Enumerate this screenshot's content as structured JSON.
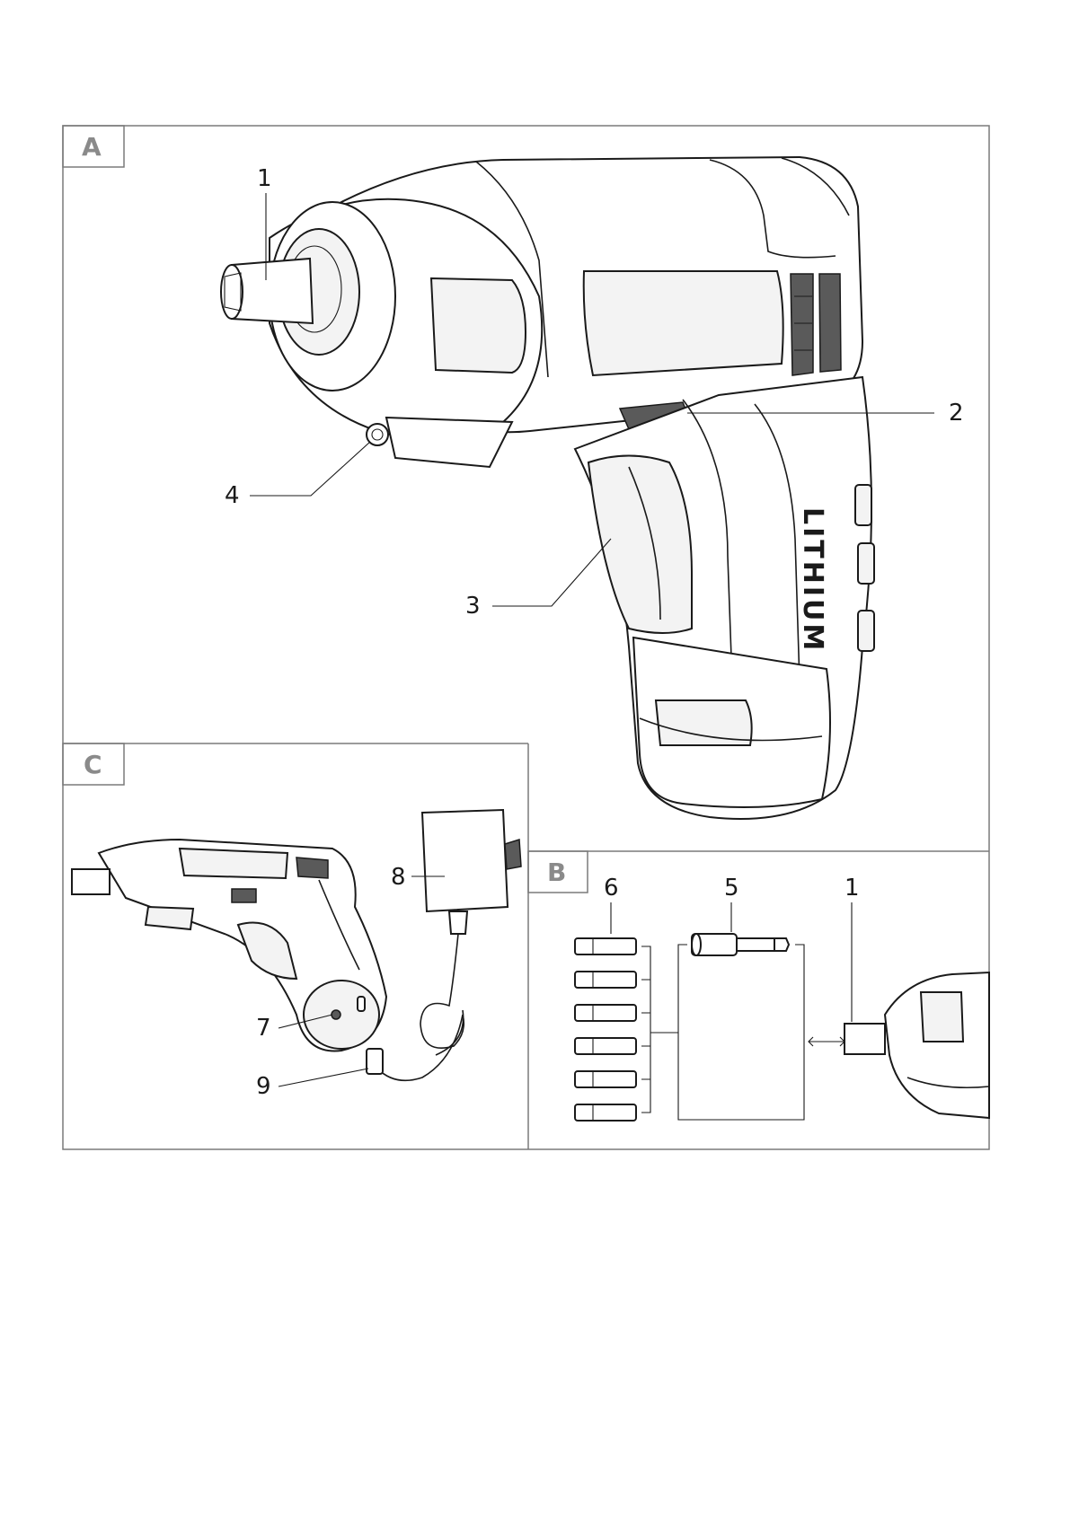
{
  "panels": {
    "a": {
      "tag": "A"
    },
    "b": {
      "tag": "B"
    },
    "c": {
      "tag": "C"
    }
  },
  "brand_text": "LITHIUM",
  "callouts": {
    "a_1": "1",
    "a_2": "2",
    "a_3": "3",
    "a_4": "4",
    "b_6": "6",
    "b_5": "5",
    "b_1": "1",
    "c_7": "7",
    "c_8": "8",
    "c_9": "9"
  },
  "colors": {
    "line": "#1a1a1a",
    "frame": "#7a7a7a",
    "tag": "#8a8a8a"
  }
}
